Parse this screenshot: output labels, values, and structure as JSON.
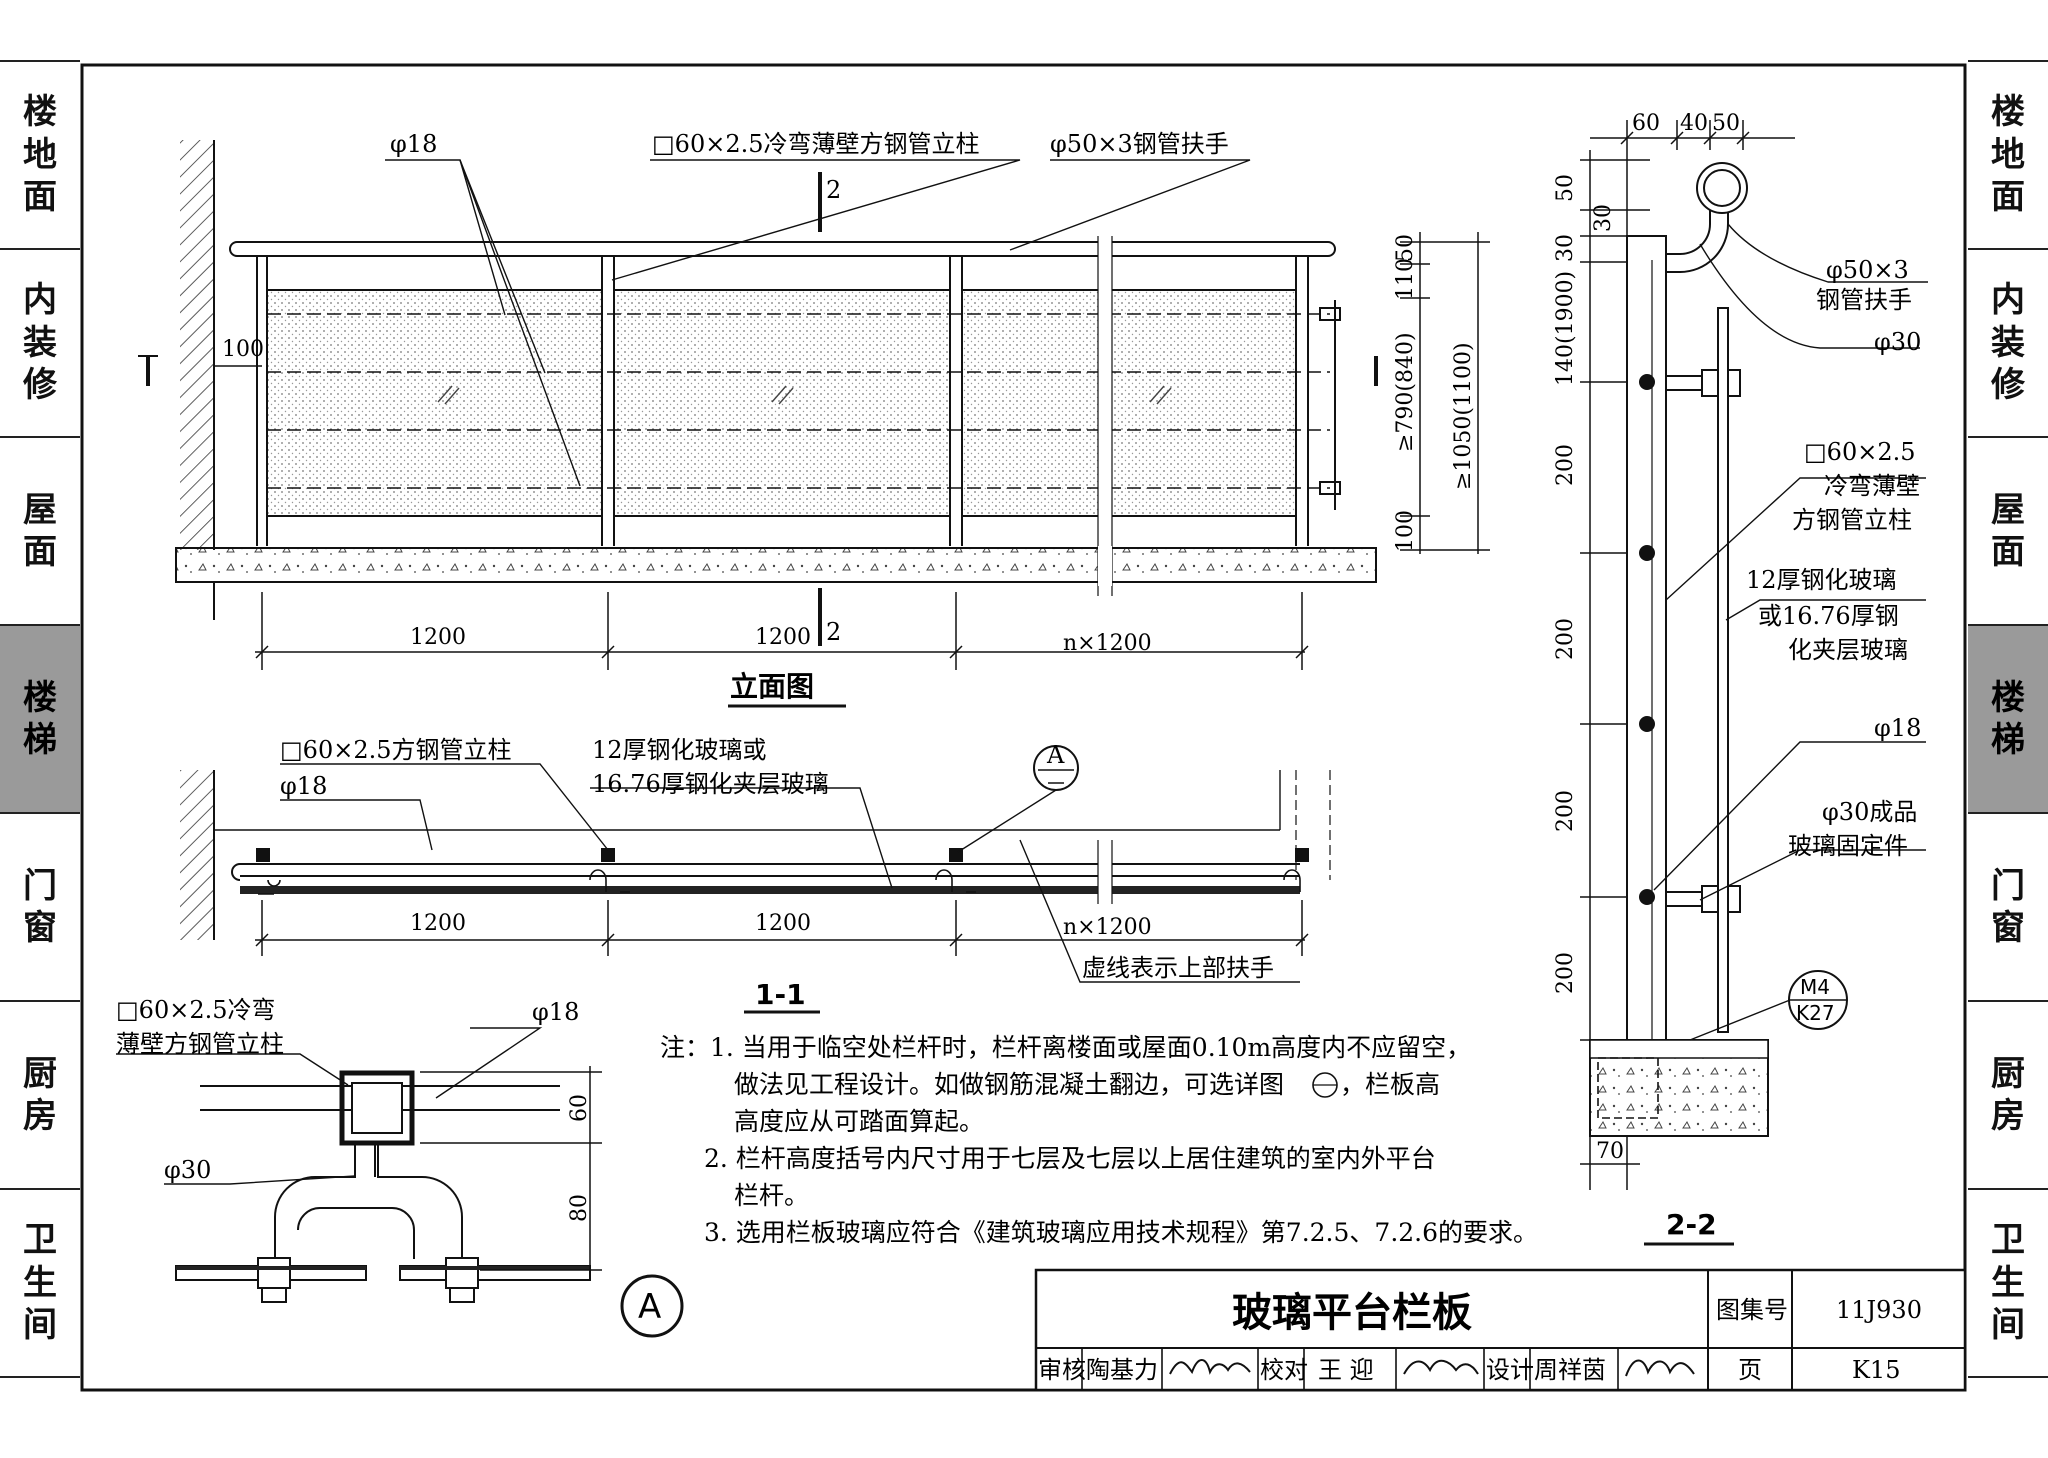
{
  "side_tabs": [
    {
      "label": "楼地面"
    },
    {
      "label": "内装修"
    },
    {
      "label": "屋面"
    },
    {
      "label": "楼梯",
      "active": true
    },
    {
      "label": "门窗"
    },
    {
      "label": "厨房"
    },
    {
      "label": "卫生间"
    }
  ],
  "elevation": {
    "title": "立面图",
    "label_rod": "φ18",
    "label_post": "□60×2.5冷弯薄壁方钢管立柱",
    "label_handrail": "φ50×3钢管扶手",
    "dim_100": "100",
    "dim_1200_a": "1200",
    "dim_1200_b": "1200",
    "dim_n1200": "n×1200",
    "dim_110": "110",
    "dim_50": "50",
    "dim_790": "≥790(840)",
    "dim_1050": "≥1050(1100)",
    "dim_100_v": "100",
    "section_1": "1",
    "section_2": "2"
  },
  "plan": {
    "title": "1-1",
    "label_post": "□60×2.5方钢管立柱",
    "label_rod": "φ18",
    "label_glass_1": "12厚钢化玻璃或",
    "label_glass_2": "16.76厚钢化夹层玻璃",
    "label_dashed": "虚线表示上部扶手",
    "callout": "A",
    "dim_1200_a": "1200",
    "dim_1200_b": "1200",
    "dim_n1200": "n×1200"
  },
  "detail_a": {
    "label_post_1": "□60×2.5冷弯",
    "label_post_2": "薄壁方钢管立柱",
    "label_rod": "φ18",
    "label_30": "φ30",
    "dim_60": "60",
    "dim_80": "80",
    "marker": "A"
  },
  "section_22": {
    "title": "2-2",
    "dim_top": [
      "60",
      "40",
      "50"
    ],
    "dim_left": [
      "50",
      "30",
      "30",
      "140(1900)",
      "200",
      "200",
      "200",
      "200"
    ],
    "dim_70": "70",
    "label_handrail_1": "φ50×3",
    "label_handrail_2": "钢管扶手",
    "label_30": "φ30",
    "label_post_1": "□60×2.5",
    "label_post_2": "冷弯薄壁",
    "label_post_3": "方钢管立柱",
    "label_glass_1": "12厚钢化玻璃",
    "label_glass_2": "或16.76厚钢",
    "label_glass_3": "化夹层玻璃",
    "label_18": "φ18",
    "label_fix_1": "φ30成品",
    "label_fix_2": "玻璃固定件",
    "ref_top": "M4",
    "ref_bottom": "K27"
  },
  "notes": [
    "注：1. 当用于临空处栏杆时，栏杆离楼面或屋面0.10m高度内不应留空，",
    "做法见工程设计。如做钢筋混凝土翻边，可选详图",
    "，栏板高",
    "高度应从可踏面算起。",
    "2. 栏杆高度括号内尺寸用于七层及七层以上居住建筑的室内外平台",
    "栏杆。",
    "3. 选用栏板玻璃应符合《建筑玻璃应用技术规程》第7.2.5、7.2.6的要求。"
  ],
  "title_block": {
    "title": "玻璃平台栏板",
    "atlas_label": "图集号",
    "atlas_no": "11J930",
    "review_label": "审核",
    "reviewer": "陶基力",
    "check_label": "校对",
    "checker": "王 迎",
    "design_label": "设计",
    "designer": "周祥茵",
    "page_label": "页",
    "page_no": "K15"
  }
}
